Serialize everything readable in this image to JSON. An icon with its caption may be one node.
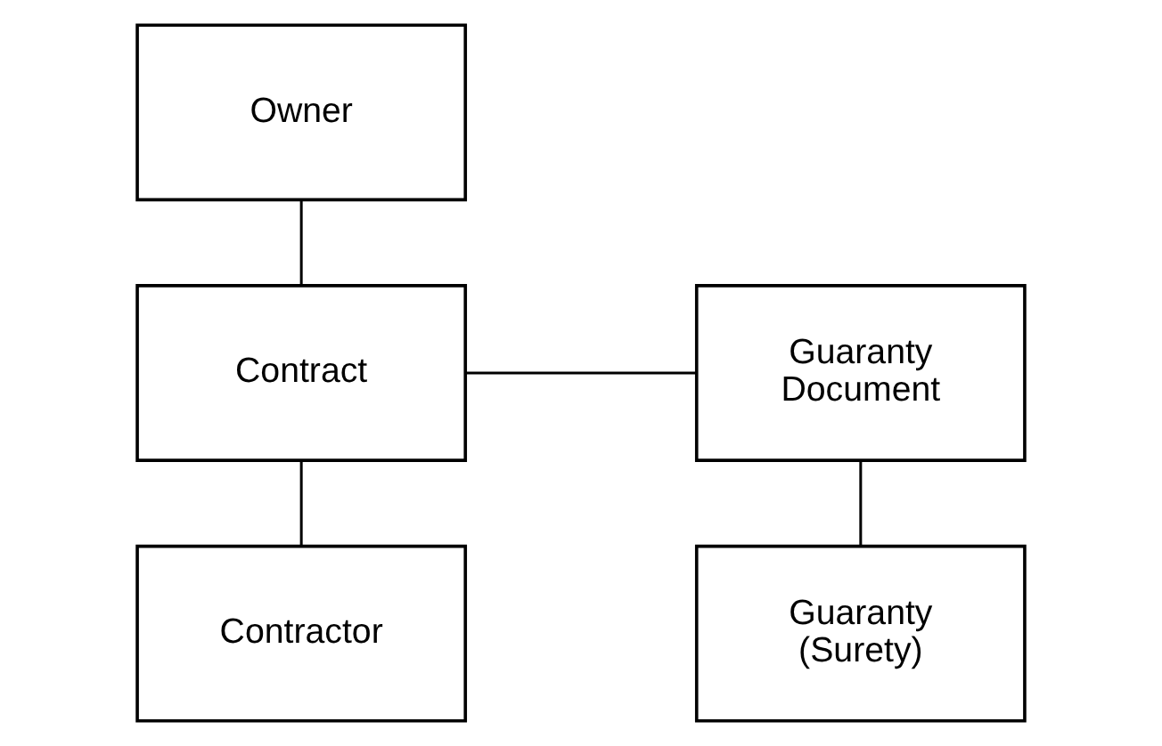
{
  "diagram": {
    "nodes": [
      {
        "text": [
          "Owner"
        ]
      },
      {
        "text": [
          "Contract"
        ]
      },
      {
        "text": [
          "Contractor"
        ]
      },
      {
        "text": [
          "Guaranty Document"
        ]
      },
      {
        "text": [
          "Guaranty (Surety)"
        ]
      }
    ],
    "edges": [
      {
        "from": 0,
        "to": 1,
        "arrow": "none"
      },
      {
        "from": 1,
        "to": 2,
        "arrow": "none"
      },
      {
        "from": 1,
        "to": 3,
        "arrow": "none"
      },
      {
        "from": 3,
        "to": 4,
        "arrow": "none"
      }
    ]
  }
}
